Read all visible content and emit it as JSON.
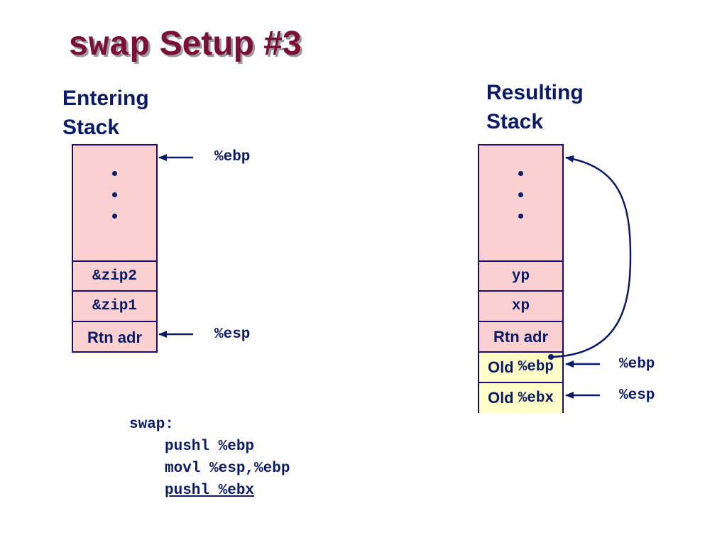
{
  "title": {
    "code": "swap",
    "text": "Setup #3"
  },
  "left": {
    "heading_line1": "Entering",
    "heading_line2": "Stack",
    "cells": [
      "&zip2",
      "&zip1",
      "Rtn adr"
    ],
    "pointers": {
      "top": "%ebp",
      "bottom": "%esp"
    }
  },
  "right": {
    "heading_line1": "Resulting",
    "heading_line2": "Stack",
    "cells": [
      "yp",
      "xp",
      "Rtn adr"
    ],
    "old_ebp": {
      "prefix": "Old",
      "reg": "%ebp"
    },
    "old_ebx": {
      "prefix": "Old",
      "reg": "%ebx"
    },
    "pointers": {
      "ebp": "%ebp",
      "esp": "%esp"
    }
  },
  "code": {
    "label": "swap:",
    "lines": [
      "pushl %ebp",
      "movl %esp,%ebp",
      "pushl %ebx"
    ]
  },
  "colors": {
    "title": "#7a1037",
    "text": "#0a1a66",
    "stack_fill": "#fbd0d0",
    "highlight_fill": "#ffffc8"
  }
}
